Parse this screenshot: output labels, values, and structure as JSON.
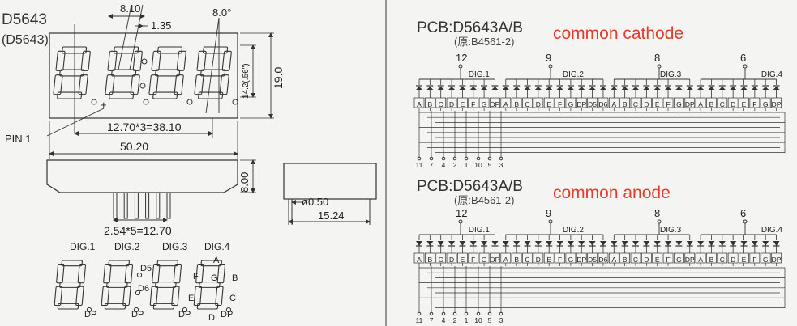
{
  "mechanical": {
    "part_top": "D5643",
    "part_bottom": "(D5643)",
    "dim_segment_width": "8.10",
    "dim_digit_gap": "1.35",
    "dim_slant": "8.0°",
    "dim_height_digit": "14.2(.56\")",
    "dim_height_total": "19.0",
    "dim_pin_span": "12.70*3=38.10",
    "dim_width_total": "50.20",
    "pin1_label": "PIN 1",
    "dim_body_depth": "8.00",
    "dim_pin_pitch": "2.54*5=12.70",
    "dim_pin_diameter": "ø0.50",
    "dim_side_width": "15.24",
    "plus_sign": "+"
  },
  "digit_labels": {
    "digits": [
      "DIG.1",
      "DIG.2",
      "DIG.3",
      "DIG.4"
    ],
    "dp": "DP",
    "d5": "D5",
    "d6": "D6",
    "segments": {
      "a": "A",
      "b": "B",
      "c": "C",
      "d": "D",
      "e": "E",
      "f": "F",
      "g": "G"
    }
  },
  "schematics": [
    {
      "pcb_title": "PCB:D5643A/B",
      "pcb_subtitle": "(原:B4561-2)",
      "kind_label": "common cathode",
      "common_pins": [
        "12",
        "9",
        "8",
        "6"
      ],
      "digit_names": [
        "DIG.1",
        "DIG.2",
        "DIG.3",
        "DIG.4"
      ],
      "segment_labels": [
        "A",
        "B",
        "C",
        "D",
        "E",
        "F",
        "G",
        "DP",
        "A",
        "B",
        "C",
        "D",
        "E",
        "F",
        "G",
        "DP",
        "D5",
        "D6",
        "A",
        "B",
        "C",
        "D",
        "E",
        "F",
        "G",
        "DP",
        "A",
        "B",
        "C",
        "D",
        "E",
        "F",
        "G",
        "DP"
      ],
      "bottom_pins": [
        "11",
        "7",
        "4",
        "2",
        "1",
        "10",
        "5",
        "3"
      ]
    },
    {
      "pcb_title": "PCB:D5643A/B",
      "pcb_subtitle": "(原:B4561-2)",
      "kind_label": "common anode",
      "common_pins": [
        "12",
        "9",
        "8",
        "6"
      ],
      "digit_names": [
        "DIG.1",
        "DIG.2",
        "DIG.3",
        "DIG.4"
      ],
      "segment_labels": [
        "A",
        "B",
        "C",
        "D",
        "E",
        "F",
        "G",
        "DP",
        "A",
        "B",
        "C",
        "D",
        "E",
        "F",
        "G",
        "DP",
        "D5",
        "D6",
        "A",
        "B",
        "C",
        "D",
        "E",
        "F",
        "G",
        "DP",
        "A",
        "B",
        "C",
        "D",
        "E",
        "F",
        "G",
        "DP"
      ],
      "bottom_pins": [
        "11",
        "7",
        "4",
        "2",
        "1",
        "10",
        "5",
        "3"
      ]
    }
  ]
}
